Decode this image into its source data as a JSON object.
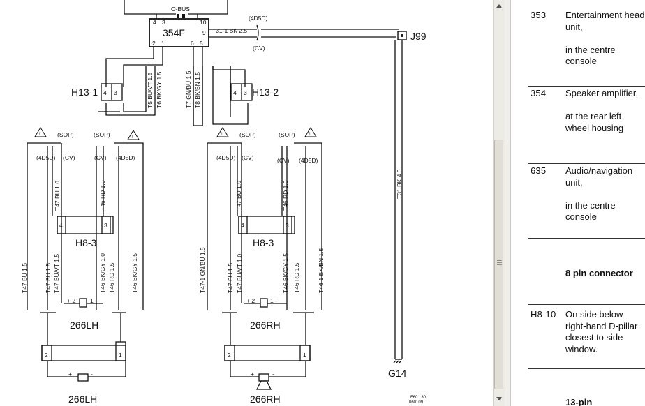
{
  "diagram": {
    "components": {
      "unit_354f": "354F",
      "bus": "O-BUS",
      "pins_354f": [
        "4",
        "3",
        "10",
        "2",
        "1",
        "6",
        "5",
        "9"
      ],
      "j99": "J99",
      "g14": "G14",
      "h13_1": "H13-1",
      "h13_2": "H13-2",
      "h8_3_left": "H8-3",
      "h8_3_right": "H8-3",
      "speaker_266lh_top": "266LH",
      "speaker_266rh_top": "266RH",
      "speaker_266lh_bottom": "266LH",
      "speaker_266rh_bottom": "266RH"
    },
    "pins": {
      "h13_pin_4": "4",
      "h13_pin_3": "3",
      "h8_pin_4": "4",
      "h8_pin_3": "3",
      "conn_pin_2": "2",
      "conn_pin_1": "1",
      "spk_plus_2": "+ 2",
      "spk_minus_1": "1 -",
      "plus": "+",
      "minus": "-",
      "warn": "!"
    },
    "variants": {
      "d4d5": "(4D5D)",
      "cv": "(CV)",
      "sop": "(SOP)"
    },
    "wires": {
      "t31_1": "T31-1  BK  2.5",
      "t5": "T5  BU/VT  1.5",
      "t6": "T6  BK/GY  1.5",
      "t7": "T7  GN/BU  1.5",
      "t8": "T8  BK/BN  1.5",
      "t47": "T47  BU  1.0",
      "t46_rd": "T46  RD  1.0",
      "t47_bu15": "T47  BU  1.5",
      "t47_buvt15": "T47  BU/VT  1.5",
      "t46_bkgy15": "T46  BK/GY  1.5",
      "t46_rd15": "T46  RD  1.5",
      "t47_bu15_l": "T47  BU  1.5",
      "t47_buvt10": "T47  BU/VT  1.0",
      "t46_bkgy10": "T46  BK/GY  1.0",
      "t46_bkgy15_r": "T46  BK/GY  1.5",
      "t47_1": "T47-1  GN/BU  1.5",
      "t46_1": "T46-1  BK/BN  1.5",
      "t31_g14": "T31  BK  4.0"
    },
    "footer": [
      "F60 130",
      "060109"
    ]
  },
  "legend": {
    "rows": [
      {
        "code": "353",
        "description": "Entertainment head unit,\n\nin the centre console"
      },
      {
        "code": "354",
        "description": "Speaker amplifier,\n\nat the rear left wheel housing"
      },
      {
        "code": "635",
        "description": "Audio/navigation unit,\n\nin the centre console"
      },
      {
        "code": "",
        "description": "8 pin connector"
      },
      {
        "code": "H8-10",
        "description": "On side below right-hand D-pillar closest to side window."
      },
      {
        "code": "",
        "description": "13-pin"
      }
    ]
  }
}
